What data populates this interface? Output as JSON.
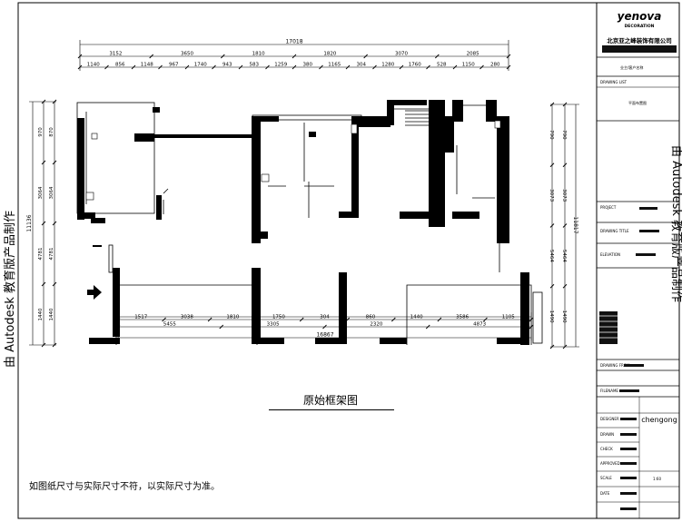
{
  "title_block": {
    "brand": "yenova",
    "brand_sub": "DECORATION",
    "company": "北京亚之峰装饰有限公司",
    "client_label": "业主/客户名称",
    "drawing_list_label": "DRAWING LIST",
    "drawing_list_value": "平面布置图",
    "project_label": "PROJECT",
    "drawing_title_label": "DRAWING TITLE",
    "elevation_label": "ELEVATION",
    "drawing_from_label": "DRAWING FROM",
    "file_name_label": "FILENAME",
    "designer_label": "DESIGNER",
    "designer_value": "chengong",
    "drawn_label": "DRAWN",
    "check_label": "CHECK",
    "approved_label": "APPROVED",
    "scale_label": "SCALE",
    "scale_value": "1:60",
    "date_label": "DATE"
  },
  "watermark": {
    "left": "由 Autodesk 教育版产品制作",
    "right": "由 Autodesk 教育版产品制作"
  },
  "dimensions": {
    "top_total": "17018",
    "top_level1": [
      "3152",
      "3650",
      "1810",
      "1820",
      "3070",
      "2085"
    ],
    "top_level2": [
      "1140",
      "856",
      "1148",
      "967",
      "1740",
      "943",
      "583",
      "1259",
      "380",
      "1165",
      "304",
      "1280",
      "1760",
      "528",
      "1150",
      "280"
    ],
    "left_total": "11136",
    "left_level1": [
      "970",
      "3064",
      "4781",
      "1440"
    ],
    "left_level2": [
      "870",
      "3064",
      "4781",
      "1440"
    ],
    "right_total": "11817",
    "right_level1": [
      "790",
      "3073",
      "5464",
      "1490"
    ],
    "right_level2": [
      "790",
      "3073",
      "5464",
      "1490"
    ],
    "bottom_total": "16867",
    "bottom_level1": [
      "1517",
      "3038",
      "1810",
      "1750",
      "304",
      "860",
      "1440",
      "3586",
      "1105"
    ],
    "bottom_level2": [
      "5455",
      "3305",
      "2320",
      "4873"
    ]
  },
  "caption": "原始框架图",
  "note": "如图纸尺寸与实际尺寸不符，以实际尺寸为准。"
}
